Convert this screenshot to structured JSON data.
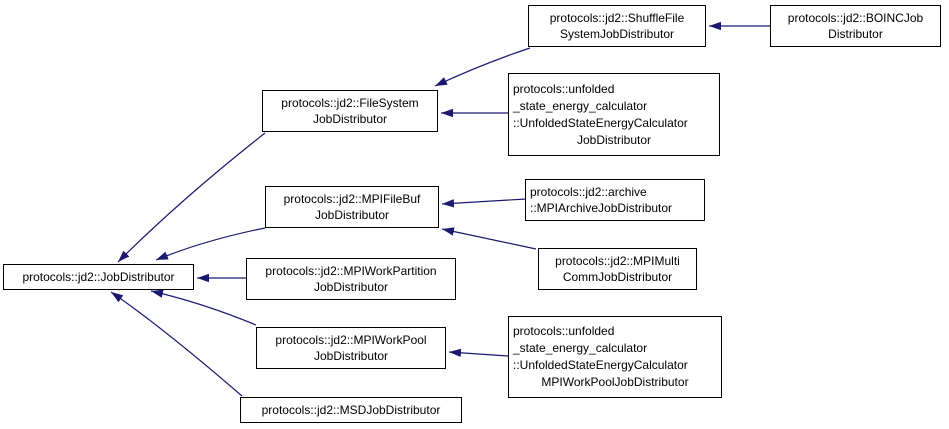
{
  "diagram": {
    "type": "class-inheritance-graph",
    "arrow_color": "#191970",
    "node_border_color": "#000000",
    "node_fill_color": "#ffffff",
    "text_color": "#000000",
    "nodes": {
      "jobdistributor": {
        "lines": [
          "protocols::jd2::JobDistributor"
        ]
      },
      "filesystem": {
        "lines": [
          "protocols::jd2::FileSystem",
          "JobDistributor"
        ]
      },
      "mpifilebuf": {
        "lines": [
          "protocols::jd2::MPIFileBuf",
          "JobDistributor"
        ]
      },
      "mpiworkpartition": {
        "lines": [
          "protocols::jd2::MPIWorkPartition",
          "JobDistributor"
        ]
      },
      "mpiworkpool": {
        "lines": [
          "protocols::jd2::MPIWorkPool",
          "JobDistributor"
        ]
      },
      "msd": {
        "lines": [
          "protocols::jd2::MSDJobDistributor"
        ]
      },
      "shufflefile": {
        "lines": [
          "protocols::jd2::ShuffleFile",
          "SystemJobDistributor"
        ]
      },
      "unfolded_jd": {
        "lines": [
          "protocols::unfolded",
          "_state_energy_calculator",
          "::UnfoldedStateEnergyCalculator",
          "JobDistributor"
        ]
      },
      "archive": {
        "lines": [
          "protocols::jd2::archive",
          "::MPIArchiveJobDistributor"
        ]
      },
      "mpimulticomm": {
        "lines": [
          "protocols::jd2::MPIMulti",
          "CommJobDistributor"
        ]
      },
      "unfolded_wp": {
        "lines": [
          "protocols::unfolded",
          "_state_energy_calculator",
          "::UnfoldedStateEnergyCalculator",
          "MPIWorkPoolJobDistributor"
        ]
      },
      "boinc": {
        "lines": [
          "protocols::jd2::BOINCJob",
          "Distributor"
        ]
      }
    },
    "edges": [
      {
        "derived": "filesystem",
        "base": "jobdistributor"
      },
      {
        "derived": "mpifilebuf",
        "base": "jobdistributor"
      },
      {
        "derived": "mpiworkpartition",
        "base": "jobdistributor"
      },
      {
        "derived": "mpiworkpool",
        "base": "jobdistributor"
      },
      {
        "derived": "msd",
        "base": "jobdistributor"
      },
      {
        "derived": "shufflefile",
        "base": "filesystem"
      },
      {
        "derived": "unfolded_jd",
        "base": "filesystem"
      },
      {
        "derived": "boinc",
        "base": "shufflefile"
      },
      {
        "derived": "archive",
        "base": "mpifilebuf"
      },
      {
        "derived": "mpimulticomm",
        "base": "mpifilebuf"
      },
      {
        "derived": "unfolded_wp",
        "base": "mpiworkpool"
      }
    ]
  }
}
